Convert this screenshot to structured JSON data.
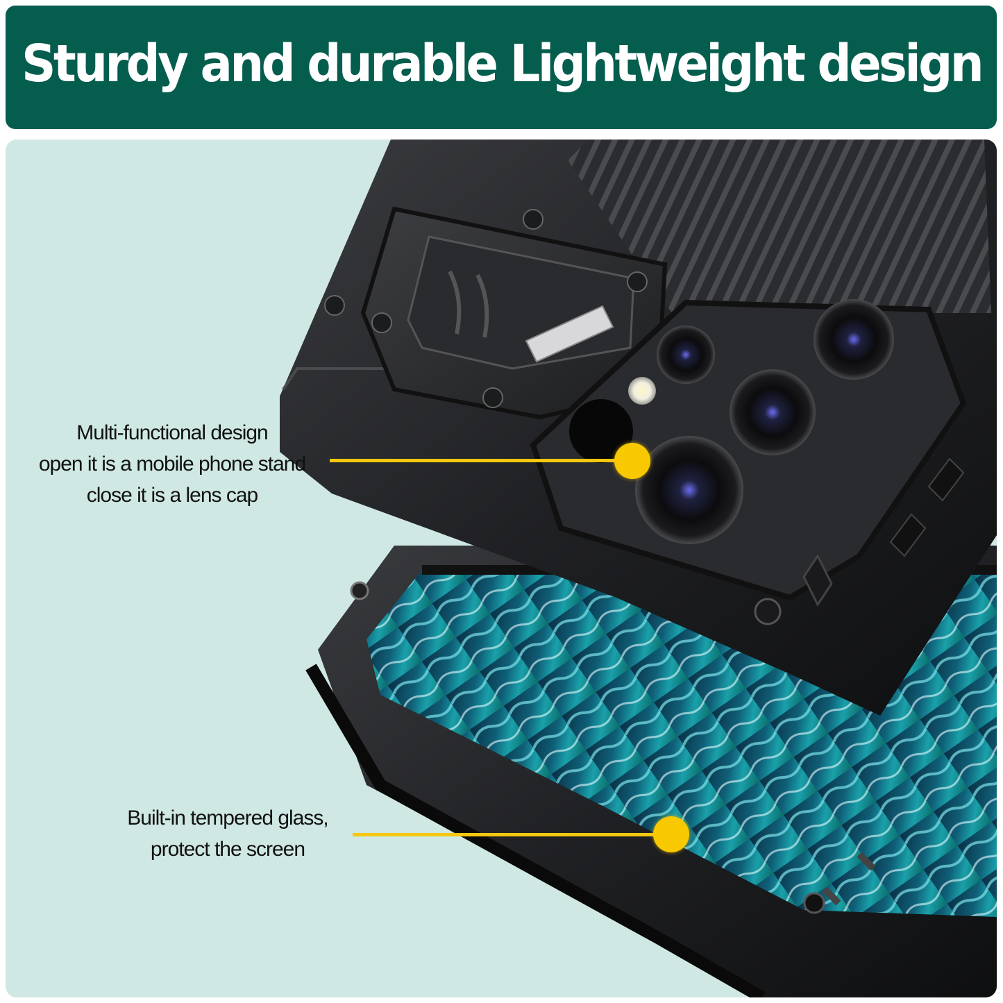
{
  "banner": {
    "title": "Sturdy and durable Lightweight design",
    "background_color": "#055d4e",
    "text_color": "#ffffff"
  },
  "panel": {
    "background_color": "#cfe8e4"
  },
  "product_image": {
    "subject": "rugged black phone case with camera cover stand and built-in screen protector",
    "case_color": "#1c1d1f",
    "screen_wallpaper_colors": [
      "#0b3e55",
      "#127a8a",
      "#3fc2c9",
      "#e8fbff"
    ],
    "camera_lens_count": 4,
    "flash": true
  },
  "callouts": [
    {
      "lines": [
        "Multi-functional design",
        "open it is a mobile phone stand",
        "close it is a lens cap"
      ],
      "marker_color": "#f8c800"
    },
    {
      "lines": [
        "Built-in tempered glass,",
        "protect the screen"
      ],
      "marker_color": "#f8c800"
    }
  ]
}
